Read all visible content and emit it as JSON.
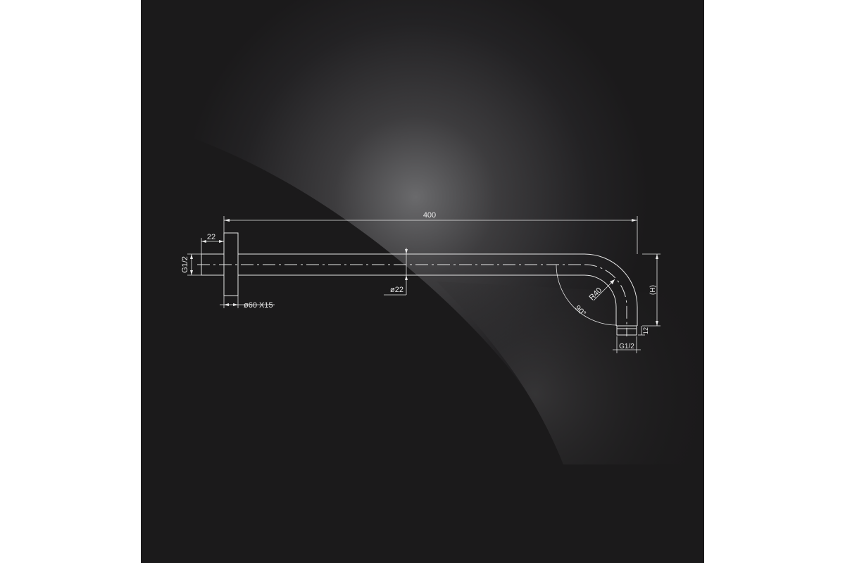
{
  "drawing": {
    "colors": {
      "background": "#1b1a1b",
      "line": "#e6e6e6",
      "page": "#ffffff"
    },
    "dimensions": {
      "overall_length": "400",
      "thread_length": "22",
      "inlet_thread": "G1/2",
      "flange": "ø60 X15",
      "pipe_diameter": "ø22",
      "bend_radius": "R40",
      "bend_angle": "90°",
      "drop_height": "(H)",
      "outlet_thread_length": "12",
      "outlet_thread": "G1/2"
    }
  }
}
